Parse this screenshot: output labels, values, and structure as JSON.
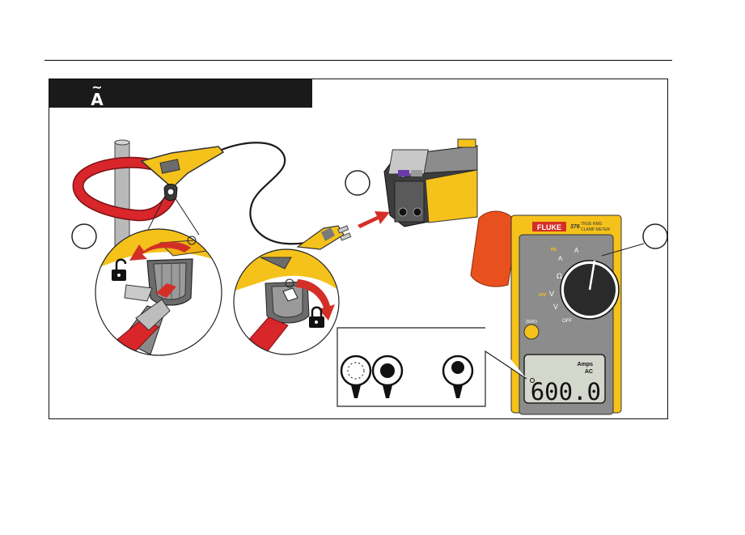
{
  "header": {
    "tilde": "~",
    "symbol": "A"
  },
  "meter": {
    "brand": "FLUKE",
    "model": "376",
    "subtitle_line1": "TRUE RMS",
    "subtitle_line2": "CLAMP METER",
    "dial_hz": "Hz",
    "dial_a": "A",
    "dial_inrush": "",
    "dial_ohm": "Ω",
    "dial_mv": "mV",
    "dial_v": "V",
    "dial_vac": "V",
    "dial_off": "OFF",
    "zero_label": "ZERO",
    "lcd_units_1": "Amps",
    "lcd_units_2": "AC",
    "lcd_value": "600.0"
  },
  "colors": {
    "yellow": "#f5c21b",
    "red_cable": "#d8262a",
    "meter_gray": "#8c8c8c",
    "jaw_orange": "#e8511e",
    "arrow_red": "#d42f27",
    "frame": "#111111"
  }
}
